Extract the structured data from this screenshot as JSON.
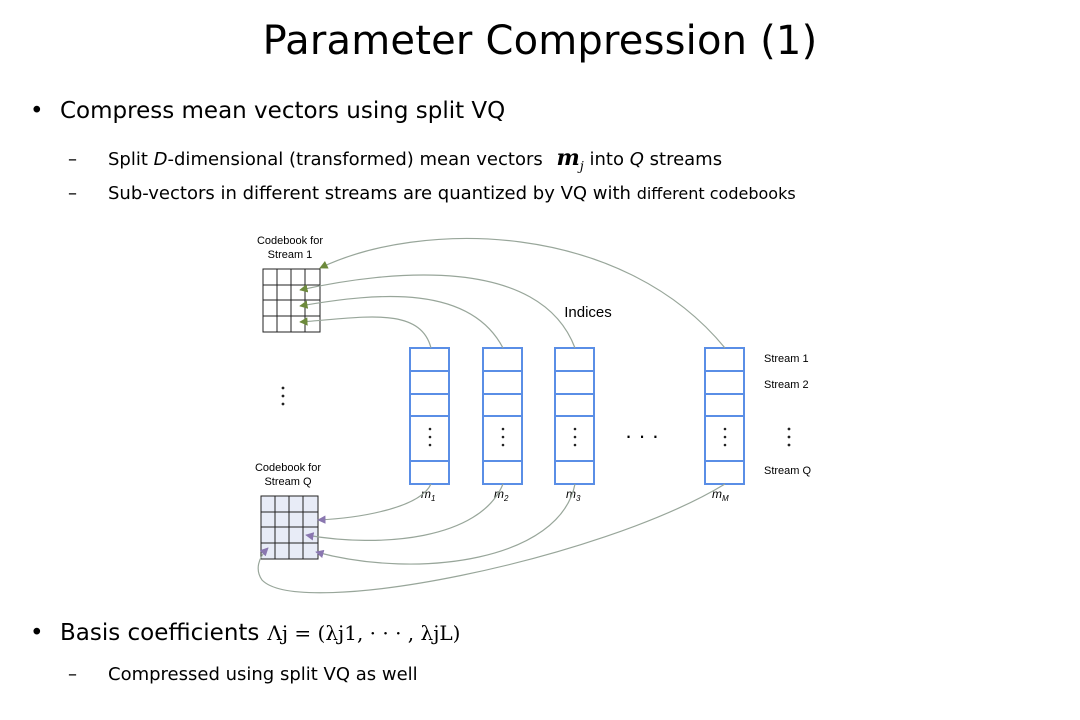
{
  "slide": {
    "title": "Parameter Compression (1)",
    "bullets": [
      {
        "text": "Compress mean vectors using split VQ",
        "subs": [
          {
            "prefix": "Split ",
            "italic1": "D",
            "mid": "-dimensional (transformed) mean vectors ",
            "math": "m",
            "math_sub": "j",
            "italic2": "Q",
            "pre_q": " into ",
            "post_q": " streams"
          },
          {
            "text_main": "Sub-vectors in different streams are quantized by VQ with ",
            "text_small": "different codebooks"
          }
        ]
      },
      {
        "text": "Basis coefficients",
        "formula": "Λj = (λj1, · · · , λjL)",
        "subs": [
          {
            "text": "Compressed using split VQ as well"
          }
        ]
      }
    ]
  },
  "diagram": {
    "codebook_top_label": [
      "Codebook for",
      "Stream 1"
    ],
    "codebook_bottom_label": [
      "Codebook for",
      "Stream Q"
    ],
    "indices_label": "Indices",
    "stream_labels": [
      "Stream 1",
      "Stream 2",
      "Stream Q"
    ],
    "vector_labels": [
      {
        "base": "m",
        "sub": "1"
      },
      {
        "base": "m",
        "sub": "2"
      },
      {
        "base": "m",
        "sub": "3"
      },
      {
        "base": "m",
        "sub": "M"
      }
    ],
    "ellipsis_h": "· · ·",
    "colors": {
      "top_arrows": "#6d8a3c",
      "bottom_arrows": "#8a77b0",
      "vector_border": "#5a8ee6",
      "grid_fill": "#e8ecf7"
    }
  }
}
